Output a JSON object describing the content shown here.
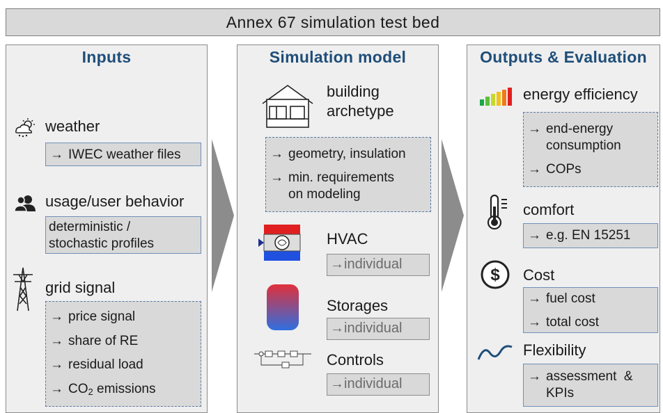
{
  "title": "Annex 67 simulation test bed",
  "columns": {
    "inputs": {
      "heading": "Inputs",
      "weather": {
        "label": "weather",
        "item": "IWEC weather files"
      },
      "usage": {
        "label": "usage/user behavior",
        "line1": "deterministic /",
        "line2": "stochastic profiles"
      },
      "grid": {
        "label": "grid signal",
        "items": [
          "price signal",
          "share of RE",
          "residual load"
        ],
        "co2_prefix": "CO",
        "co2_sub": "2",
        "co2_suffix": " emissions"
      }
    },
    "model": {
      "heading": "Simulation model",
      "building": {
        "line1": "building",
        "line2": "archetype",
        "item1": "geometry, insulation",
        "item2a": "min. requirements",
        "item2b": "on modeling"
      },
      "hvac": {
        "label": "HVAC",
        "item": "individual"
      },
      "storages": {
        "label": "Storages",
        "item": "individual"
      },
      "controls": {
        "label": "Controls",
        "item": "individual"
      }
    },
    "outputs": {
      "heading": "Outputs & Evaluation",
      "energy": {
        "label": "energy efficiency",
        "item1a": "end-energy",
        "item1b": "consumption",
        "item2": "COPs"
      },
      "comfort": {
        "label": "comfort",
        "item": "e.g. EN 15251"
      },
      "cost": {
        "label": "Cost",
        "item1": "fuel cost",
        "item2": "total cost"
      },
      "flexibility": {
        "label": "Flexibility",
        "item1a": "assessment  &",
        "item1b": "KPIs"
      }
    }
  },
  "arrow_glyph": "→",
  "colors": {
    "heading": "#1f4e79",
    "box_fill": "#d9d9d9",
    "box_border": "#5b7aa5",
    "arrow_fill": "#8c8c8c"
  },
  "icons": [
    "weather-icon",
    "users-icon",
    "power-pylon-icon",
    "house-icon",
    "heat-exchanger-icon",
    "storage-tank-icon",
    "control-diagram-icon",
    "energy-label-icon",
    "thermometer-icon",
    "dollar-icon",
    "wave-icon"
  ]
}
